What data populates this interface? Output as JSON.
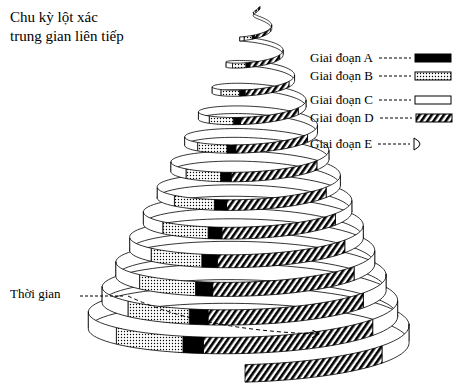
{
  "diagram": {
    "title": "Chu kỳ lột xác trung gian liên tiếp",
    "labels": [
      "Thời gian"
    ],
    "legend": [
      {
        "text": "Giai đoạn A",
        "color": "#000000"
      },
      {
        "text": "Giai đoạn B"
      },
      {
        "text": "Giai đoạn C",
        "color": "#ffffff"
      },
      {
        "text": "Giai đoạn D"
      },
      {
        "text": "Giai đoạn E"
      }
    ]
  }
}
